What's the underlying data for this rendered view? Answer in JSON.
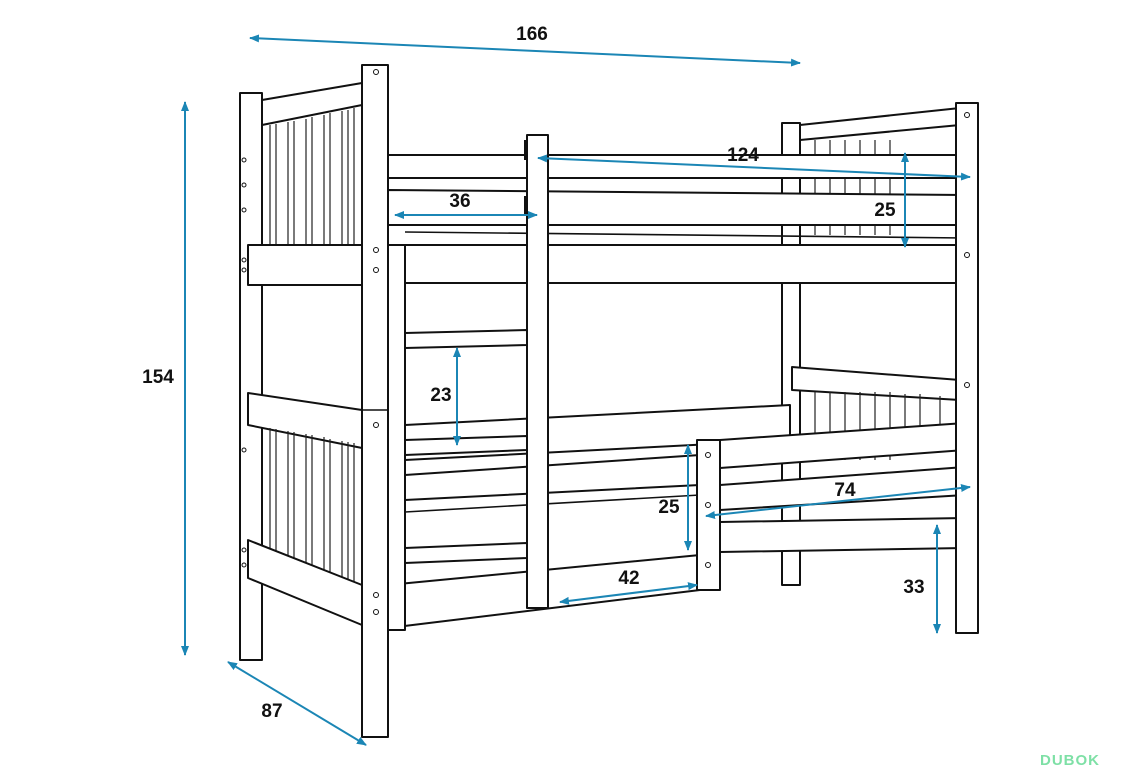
{
  "dimensions": {
    "total_length": "166",
    "total_height": "154",
    "depth": "87",
    "upper_opening": "124",
    "upper_ladder_offset": "36",
    "upper_guard_height": "25",
    "ladder_rung_spacing": "23",
    "lower_guard_height": "25",
    "lower_guard_length": "74",
    "lower_opening": "42",
    "floor_clearance": "33"
  },
  "logo": {
    "text": "DUBOK"
  },
  "colors": {
    "arrow": "#1b86b5",
    "line": "#111111",
    "logo": "#7ee0a6"
  }
}
